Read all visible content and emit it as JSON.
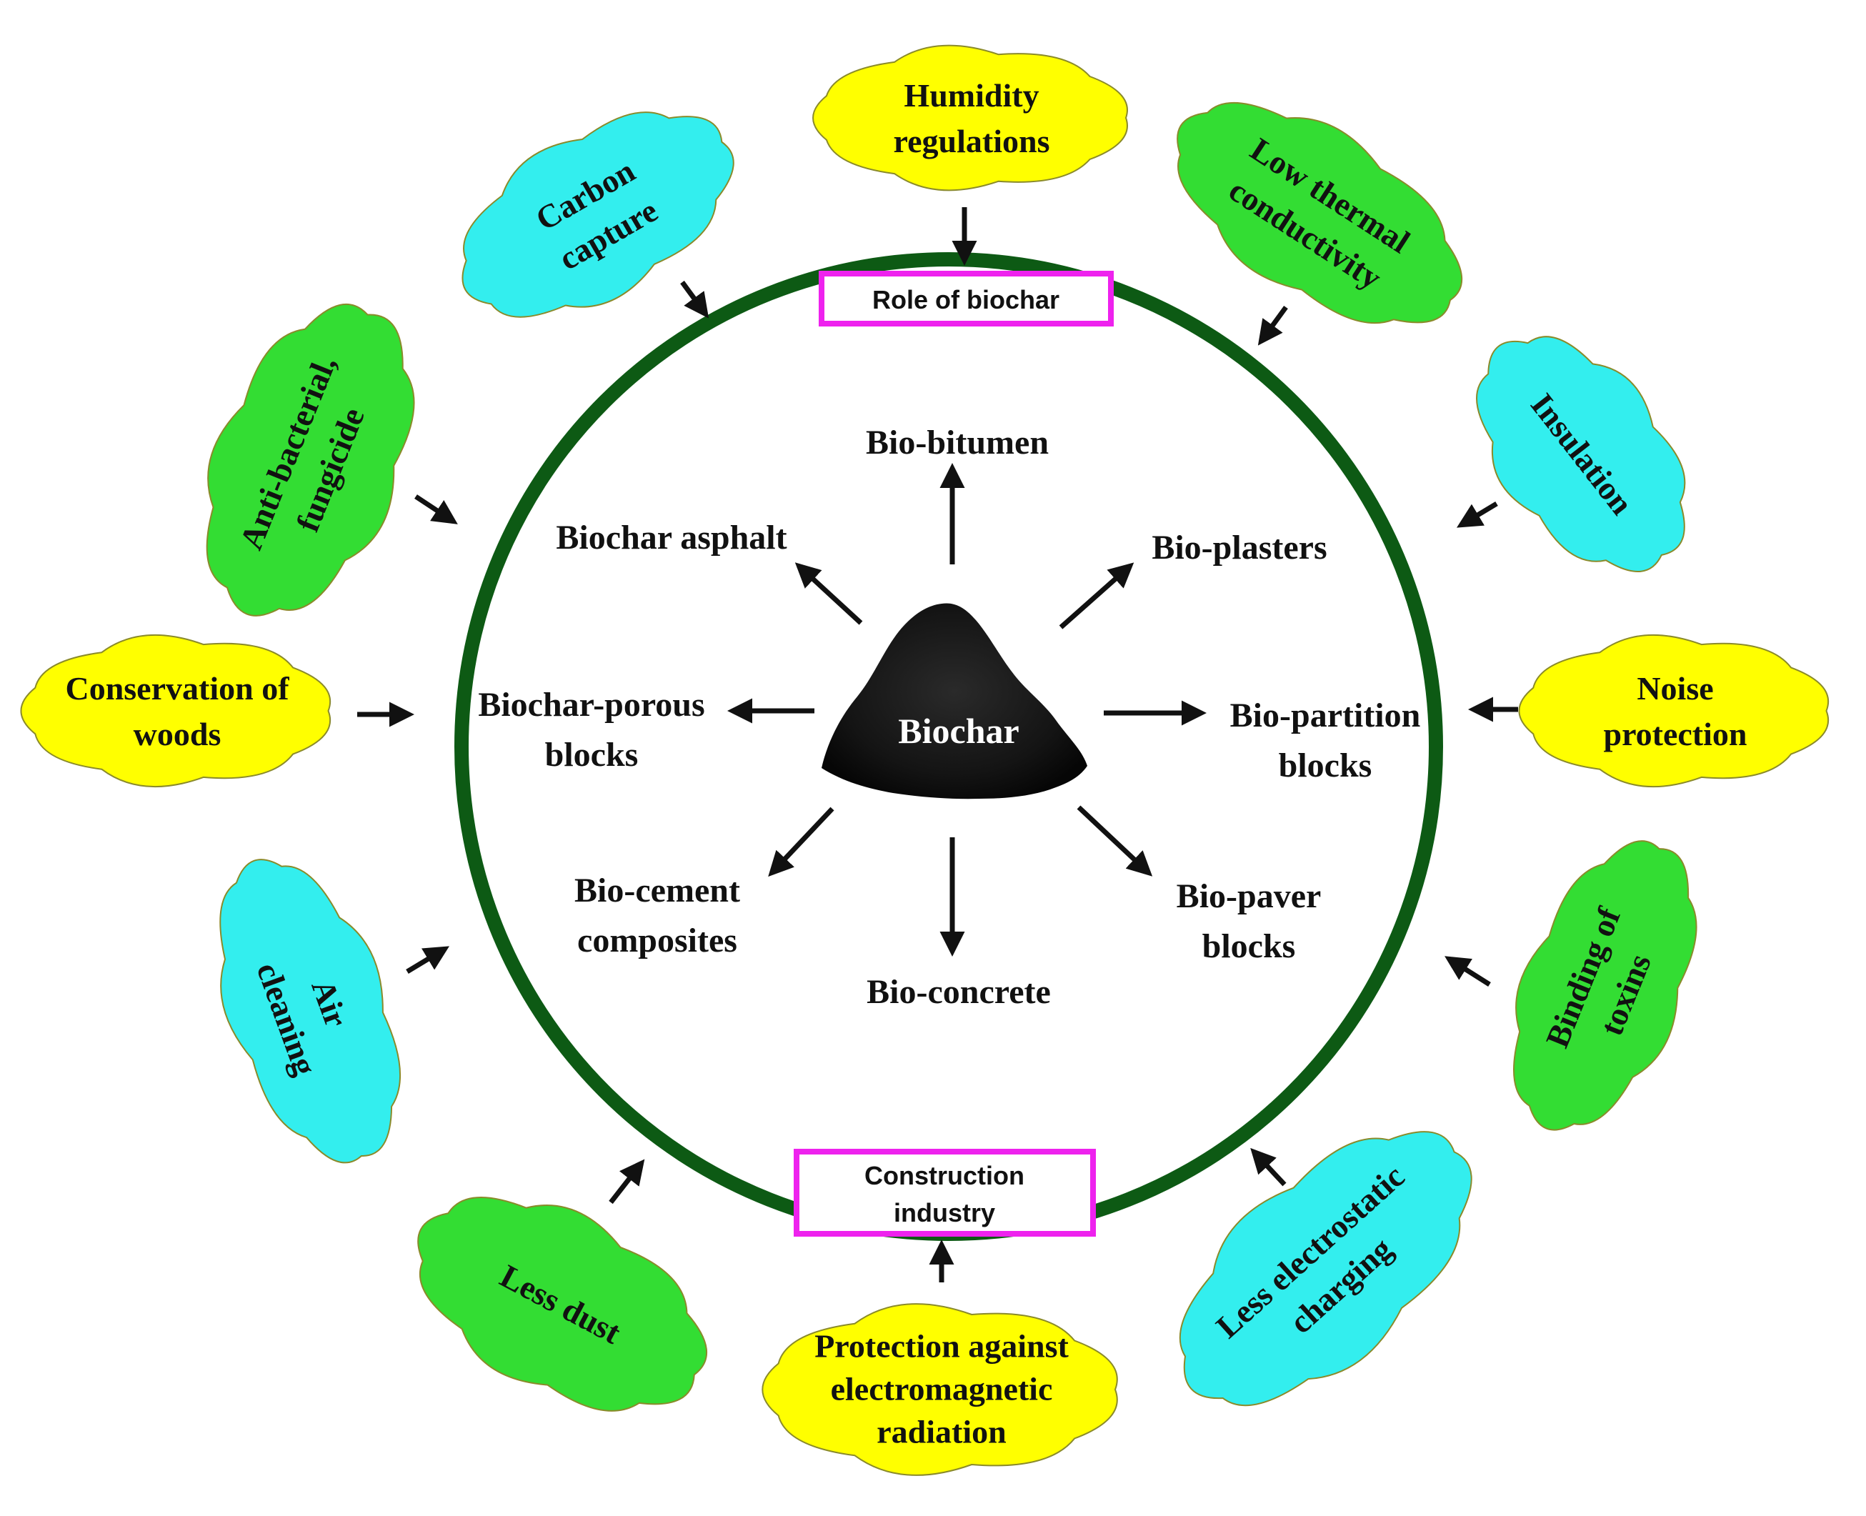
{
  "diagram": {
    "title_box_top": "Role of biochar",
    "title_box_bottom": [
      "Construction",
      "industry"
    ],
    "center_label": "Biochar",
    "applications": [
      {
        "id": "bio-bitumen",
        "lines": [
          "Bio-bitumen"
        ]
      },
      {
        "id": "bio-plasters",
        "lines": [
          "Bio-plasters"
        ]
      },
      {
        "id": "bio-partition-blocks",
        "lines": [
          "Bio-partition",
          "blocks"
        ]
      },
      {
        "id": "bio-paver-blocks",
        "lines": [
          "Bio-paver",
          "blocks"
        ]
      },
      {
        "id": "bio-concrete",
        "lines": [
          "Bio-concrete"
        ]
      },
      {
        "id": "bio-cement-composites",
        "lines": [
          "Bio-cement",
          "composites"
        ]
      },
      {
        "id": "biochar-porous-blocks",
        "lines": [
          "Biochar-porous",
          "blocks"
        ]
      },
      {
        "id": "biochar-asphalt",
        "lines": [
          "Biochar asphalt"
        ]
      }
    ],
    "roles": [
      {
        "id": "humidity-regulations",
        "lines": [
          "Humidity",
          "regulations"
        ],
        "color": "#ffff00"
      },
      {
        "id": "low-thermal-conductivity",
        "lines": [
          "Low thermal",
          "conductivity"
        ],
        "color": "#33dd33"
      },
      {
        "id": "insulation",
        "lines": [
          "Insulation"
        ],
        "color": "#33eeee"
      },
      {
        "id": "noise-protection",
        "lines": [
          "Noise",
          "protection"
        ],
        "color": "#ffff00"
      },
      {
        "id": "binding-of-toxins",
        "lines": [
          "Binding of",
          "toxins"
        ],
        "color": "#33dd33"
      },
      {
        "id": "less-electrostatic-charging",
        "lines": [
          "Less electrostatic",
          "charging"
        ],
        "color": "#33eeee"
      },
      {
        "id": "protection-electromagnetic",
        "lines": [
          "Protection against",
          "electromagnetic",
          "radiation"
        ],
        "color": "#ffff00"
      },
      {
        "id": "less-dust",
        "lines": [
          "Less dust"
        ],
        "color": "#33dd33"
      },
      {
        "id": "air-cleaning",
        "lines": [
          "Air",
          "cleaning"
        ],
        "color": "#33eeee"
      },
      {
        "id": "conservation-of-woods",
        "lines": [
          "Conservation of",
          "woods"
        ],
        "color": "#ffff00"
      },
      {
        "id": "anti-bacterial-fungicide",
        "lines": [
          "Anti-bacterial,",
          "fungicide"
        ],
        "color": "#33dd33"
      },
      {
        "id": "carbon-capture",
        "lines": [
          "Carbon",
          "capture"
        ],
        "color": "#33eeee"
      }
    ],
    "colors": {
      "ring": "#0d5a14",
      "box_border": "#ee22ee",
      "arrow": "#111111",
      "cloud_outline": "#8a8a2a"
    }
  }
}
